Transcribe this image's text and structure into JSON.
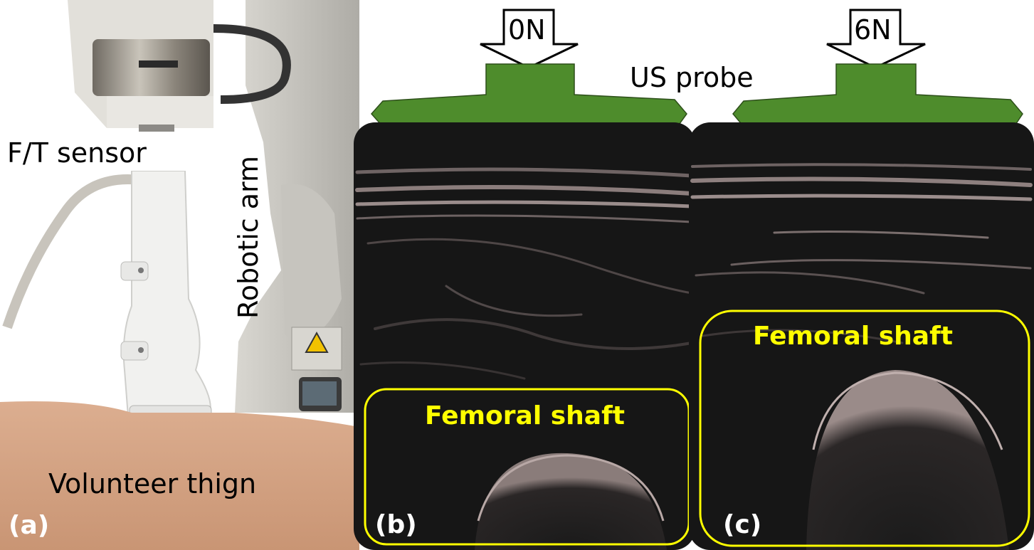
{
  "labels": {
    "ft_sensor": "F/T sensor",
    "robotic_arm": "Robotic arm",
    "volunteer_thigh": "Volunteer thign",
    "us_probe": "US probe",
    "femoral_shaft_b": "Femoral shaft",
    "femoral_shaft_c": "Femoral shaft"
  },
  "panels": {
    "a": "(a)",
    "b": "(b)",
    "c": "(c)"
  },
  "forces": {
    "b": "0N",
    "c": "6N"
  },
  "colors": {
    "probe": "#4e8c2c",
    "highlight": "#ffff00",
    "ultrasound_bg": "#111111",
    "skin": "#d6a78a"
  }
}
